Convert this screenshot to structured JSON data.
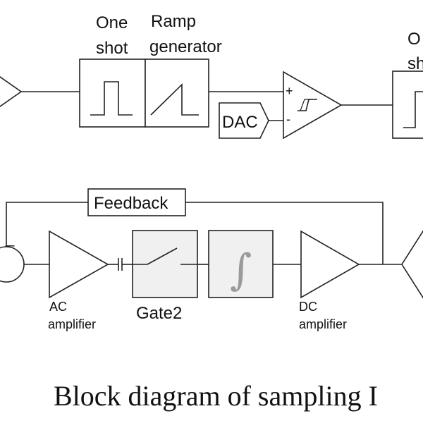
{
  "labels": {
    "one_shot_line1": "One",
    "one_shot_line2": "shot",
    "ramp_line1": "Ramp",
    "ramp_line2": "generator",
    "dac": "DAC",
    "plus": "+",
    "minus": "-",
    "right_one_shot_line1": "O",
    "right_one_shot_line2": "sh",
    "feedback": "Feedback",
    "ac_line1": "AC",
    "ac_line2": "amplifier",
    "gate2": "Gate2",
    "dc_line1": "DC",
    "dc_line2": "amplifier",
    "sum_minus": "_",
    "integral": "∫",
    "title": "Block diagram of sampling I"
  },
  "colors": {
    "stroke": "#222222",
    "gate_fill": "#f0f0f0",
    "integral_glyph": "#9a9a9a"
  }
}
